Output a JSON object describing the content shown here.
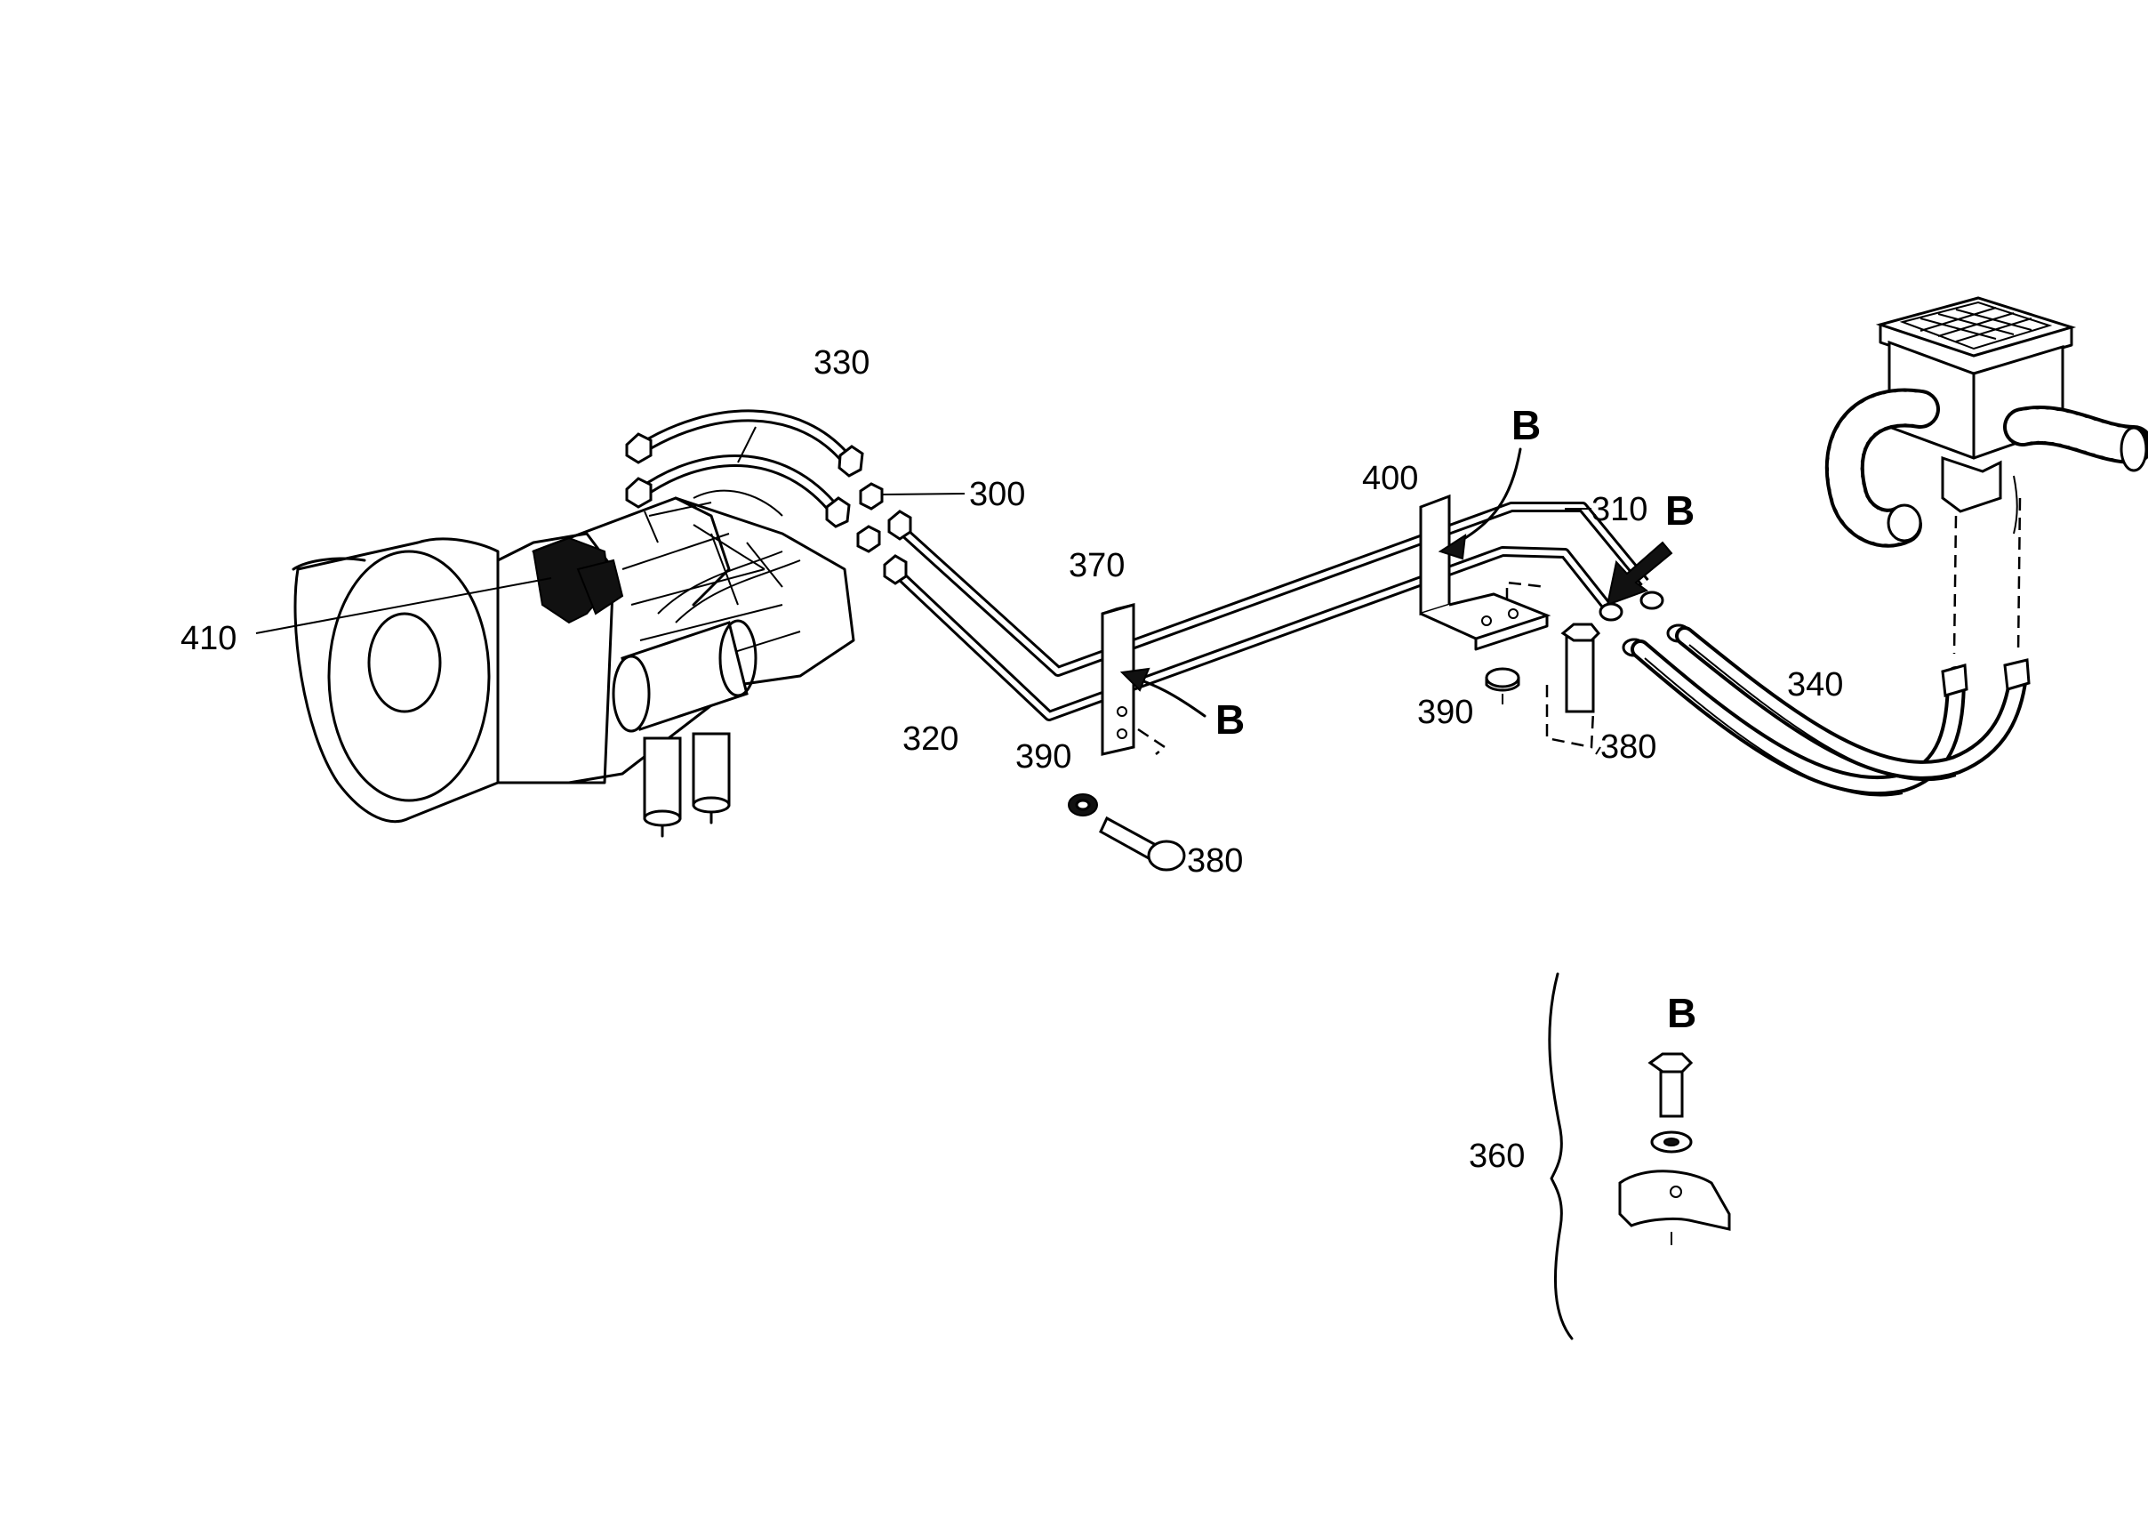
{
  "labels": {
    "p300": "300",
    "p310": "310",
    "p320": "320",
    "p330": "330",
    "p340": "340",
    "p360": "360",
    "p370": "370",
    "p380": "380",
    "p390": "390",
    "p400": "400",
    "p410": "410",
    "view": "B"
  }
}
